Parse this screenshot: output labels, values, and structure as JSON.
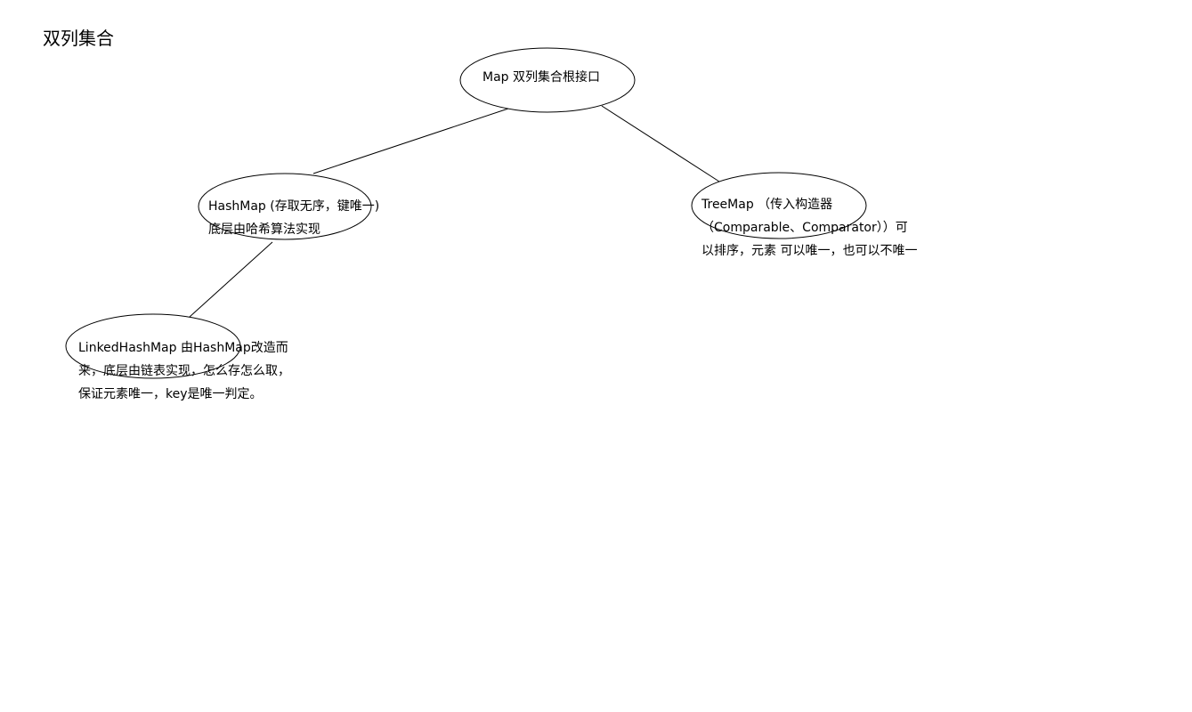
{
  "title": "双列集合",
  "nodes": {
    "root": {
      "lines": [
        "Map 双列集合根接口"
      ]
    },
    "hashmap": {
      "lines": [
        "HashMap (存取无序，键唯一)",
        "底层由哈希算法实现"
      ]
    },
    "treemap": {
      "lines": [
        "TreeMap （传入构造器",
        "（Comparable、Comparator））可",
        "以排序，元素 可以唯一，也可以不唯一"
      ]
    },
    "linkedhashmap": {
      "lines": [
        "LinkedHashMap 由HashMap改造而",
        "来，底层由链表实现，怎么存怎么取，",
        "保证元素唯一，key是唯一判定。"
      ]
    }
  },
  "colors": {
    "stroke": "#000000",
    "background": "#ffffff",
    "text": "#000000"
  }
}
